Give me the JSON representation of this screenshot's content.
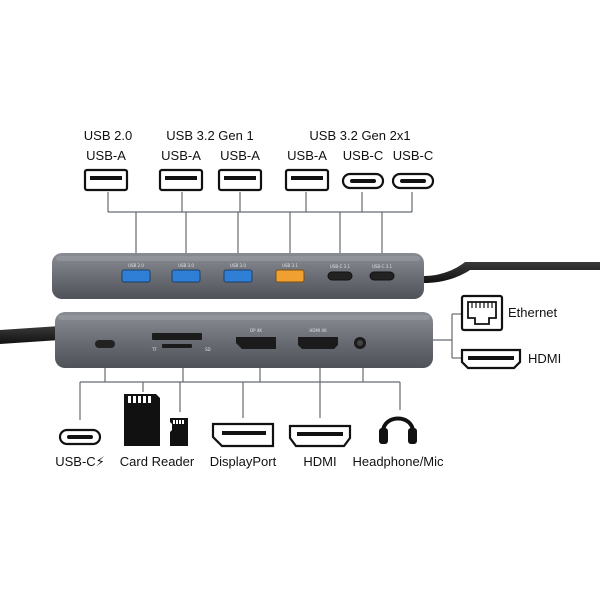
{
  "colors": {
    "hub_body": "#6b6e75",
    "hub_dark": "#4a4d54",
    "port_blue": "#2f7fd6",
    "port_orange": "#f0a030",
    "line": "#666a70",
    "icon": "#111111"
  },
  "top_groups": {
    "usb2": "USB 2.0",
    "usb32g1": "USB 3.2 Gen 1",
    "usb32g2": "USB 3.2 Gen 2x1"
  },
  "top_ports": [
    {
      "label": "USB-A",
      "icon": "usb-a-port-icon"
    },
    {
      "label": "USB-A",
      "icon": "usb-a-port-icon"
    },
    {
      "label": "USB-A",
      "icon": "usb-a-port-icon"
    },
    {
      "label": "USB-A",
      "icon": "usb-a-port-icon"
    },
    {
      "label": "USB-C",
      "icon": "usb-c-port-icon"
    },
    {
      "label": "USB-C",
      "icon": "usb-c-port-icon"
    }
  ],
  "right_ports": [
    {
      "label": "Ethernet",
      "icon": "ethernet-port-icon"
    },
    {
      "label": "HDMI",
      "icon": "hdmi-port-icon"
    }
  ],
  "bottom_ports": [
    {
      "label": "USB-C⚡",
      "icon": "usb-c-port-icon"
    },
    {
      "label": "Card Reader",
      "icon": "sd-card-icon"
    },
    {
      "label": "DisplayPort",
      "icon": "displayport-icon"
    },
    {
      "label": "HDMI",
      "icon": "hdmi-port-icon"
    },
    {
      "label": "Headphone/Mic",
      "icon": "headphones-icon"
    }
  ],
  "device_print": {
    "top_port_labels": [
      "USB 2.0",
      "USB 3.0",
      "USB 3.0",
      "USB 3.1",
      "USB-C 3.1",
      "USB-C 3.1"
    ],
    "dp_label": "DP 4K",
    "hdmi_label": "HDMI 4K",
    "tf_label": "TF",
    "sd_label": "SD"
  }
}
